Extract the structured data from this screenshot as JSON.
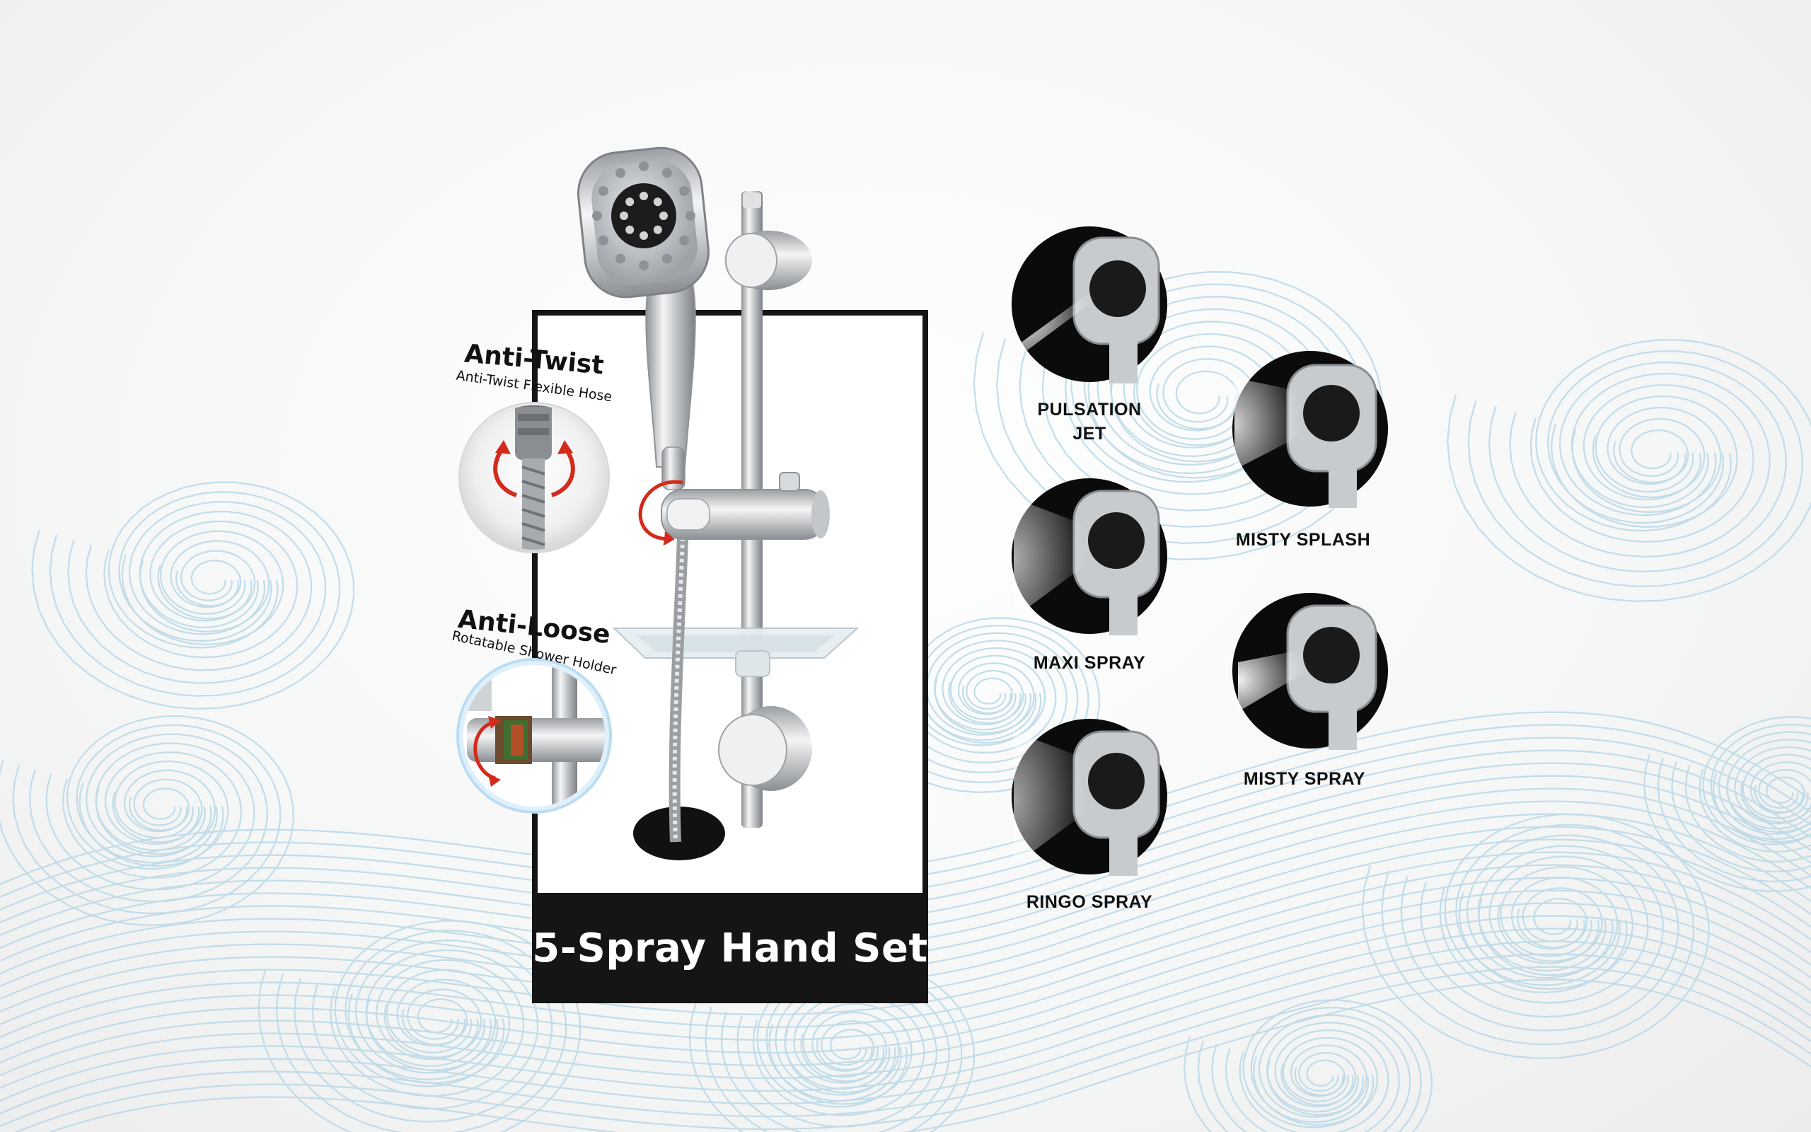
{
  "product": {
    "title": "5-Spray Hand Set"
  },
  "features": {
    "anti_twist": {
      "title": "Anti-Twist",
      "subtitle": "Anti-Twist Flexible Hose"
    },
    "anti_loose": {
      "title": "Anti-Loose",
      "subtitle": "Rotatable Shower Holder"
    }
  },
  "spray_modes": [
    {
      "label": "PULSATION\nJET"
    },
    {
      "label": "MISTY SPLASH"
    },
    {
      "label": "MAXI SPRAY"
    },
    {
      "label": "MISTY SPRAY"
    },
    {
      "label": "RINGO SPRAY"
    }
  ],
  "colors": {
    "frame": "#151515",
    "wave_line": "#b8d7e6",
    "rotation_arrow": "#d42a1c",
    "mode_background": "#0b0b0b",
    "chrome": "#c8cbce"
  }
}
